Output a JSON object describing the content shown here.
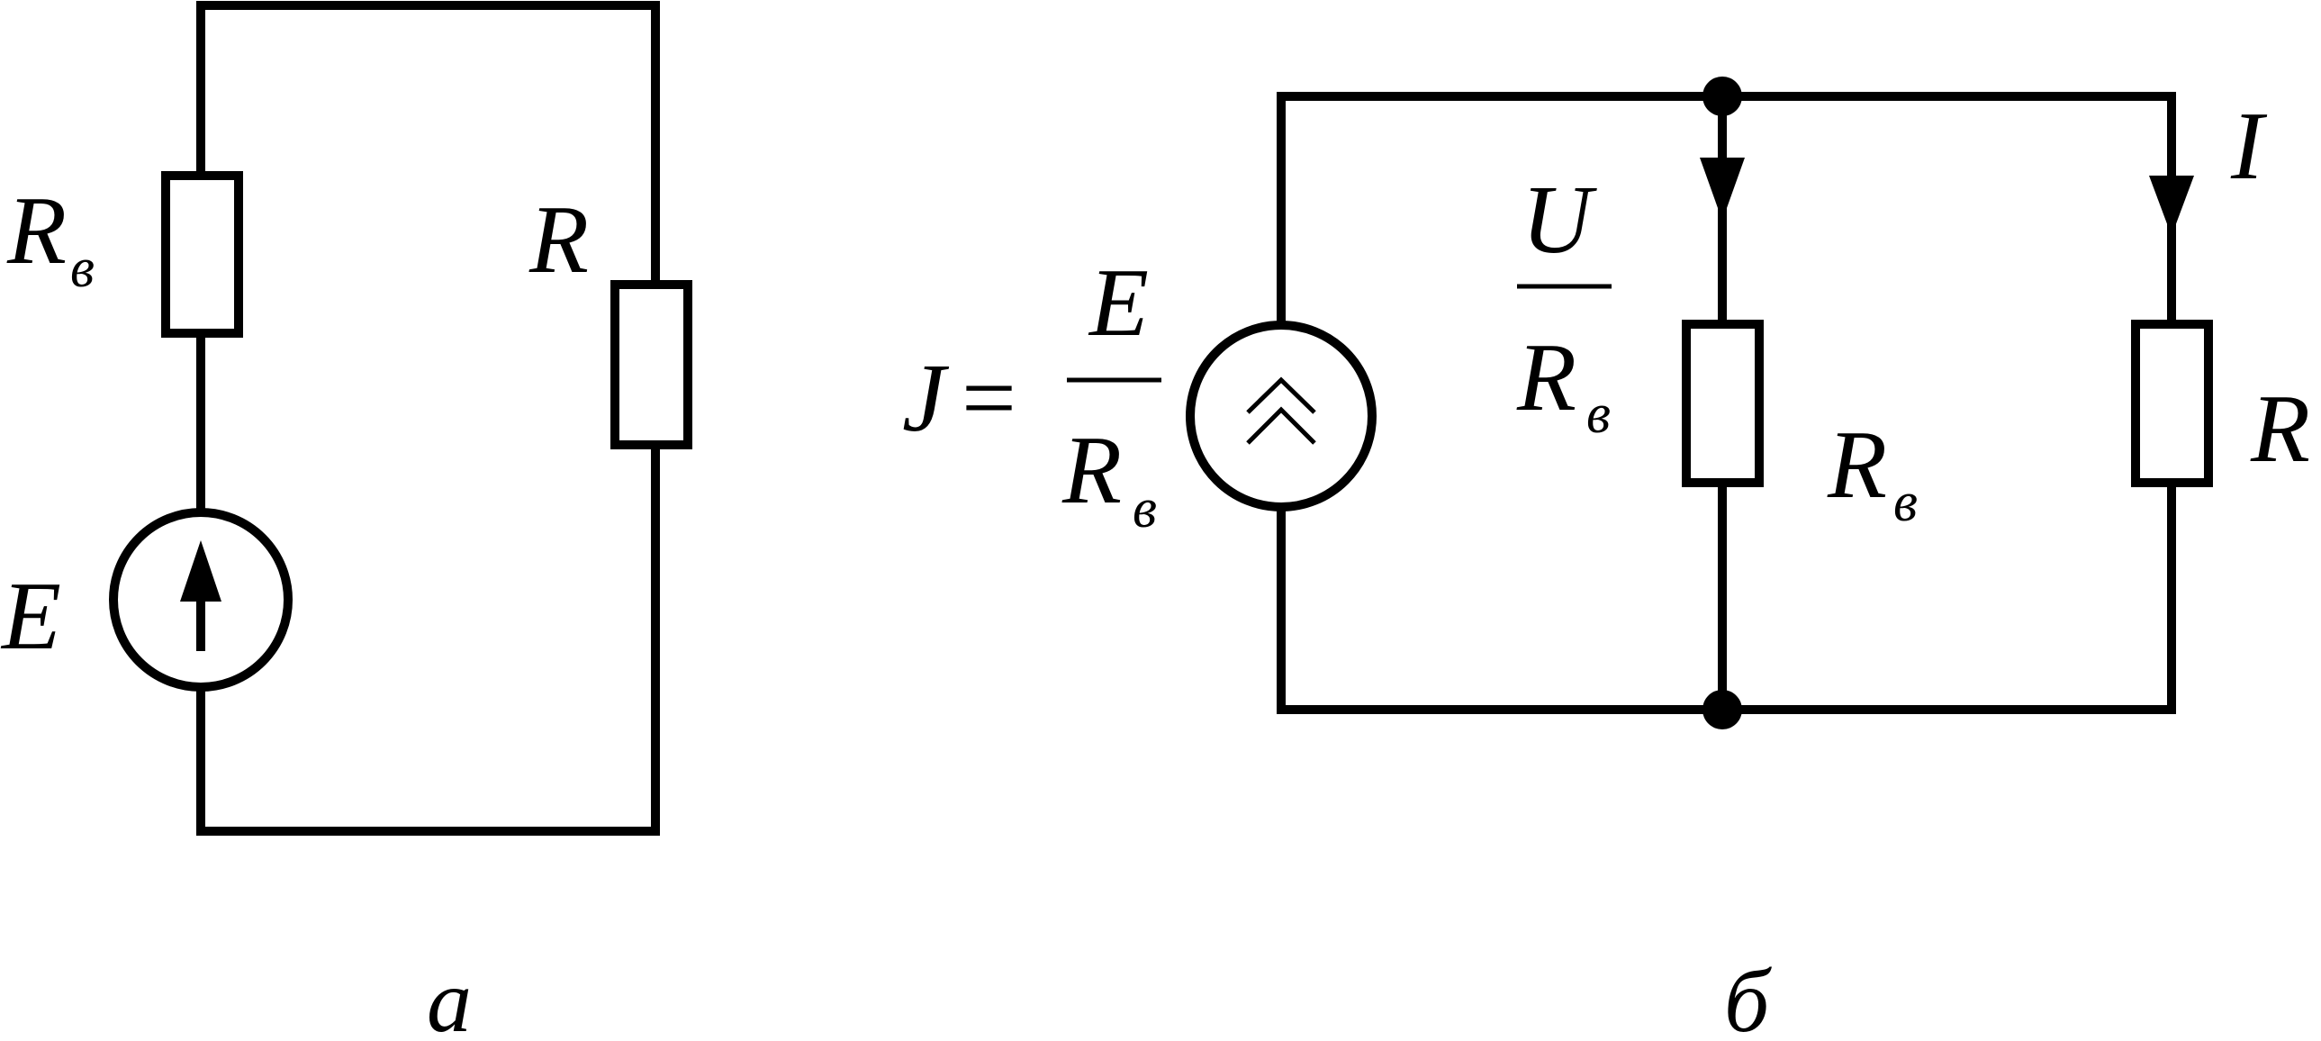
{
  "circuit_a": {
    "caption": "а",
    "internal_resistor": {
      "symbol": "R",
      "subscript": "в"
    },
    "load_resistor": {
      "symbol": "R"
    },
    "voltage_source": {
      "symbol": "E"
    }
  },
  "circuit_b": {
    "caption": "б",
    "current_source": {
      "lhs": "J",
      "equals": "=",
      "numerator": "E",
      "denominator_symbol": "R",
      "denominator_subscript": "в"
    },
    "branch_current": {
      "numerator": "U",
      "denominator_symbol": "R",
      "denominator_subscript": "в"
    },
    "internal_resistor": {
      "symbol": "R",
      "subscript": "в"
    },
    "load_current": {
      "symbol": "I"
    },
    "load_resistor": {
      "symbol": "R"
    }
  }
}
